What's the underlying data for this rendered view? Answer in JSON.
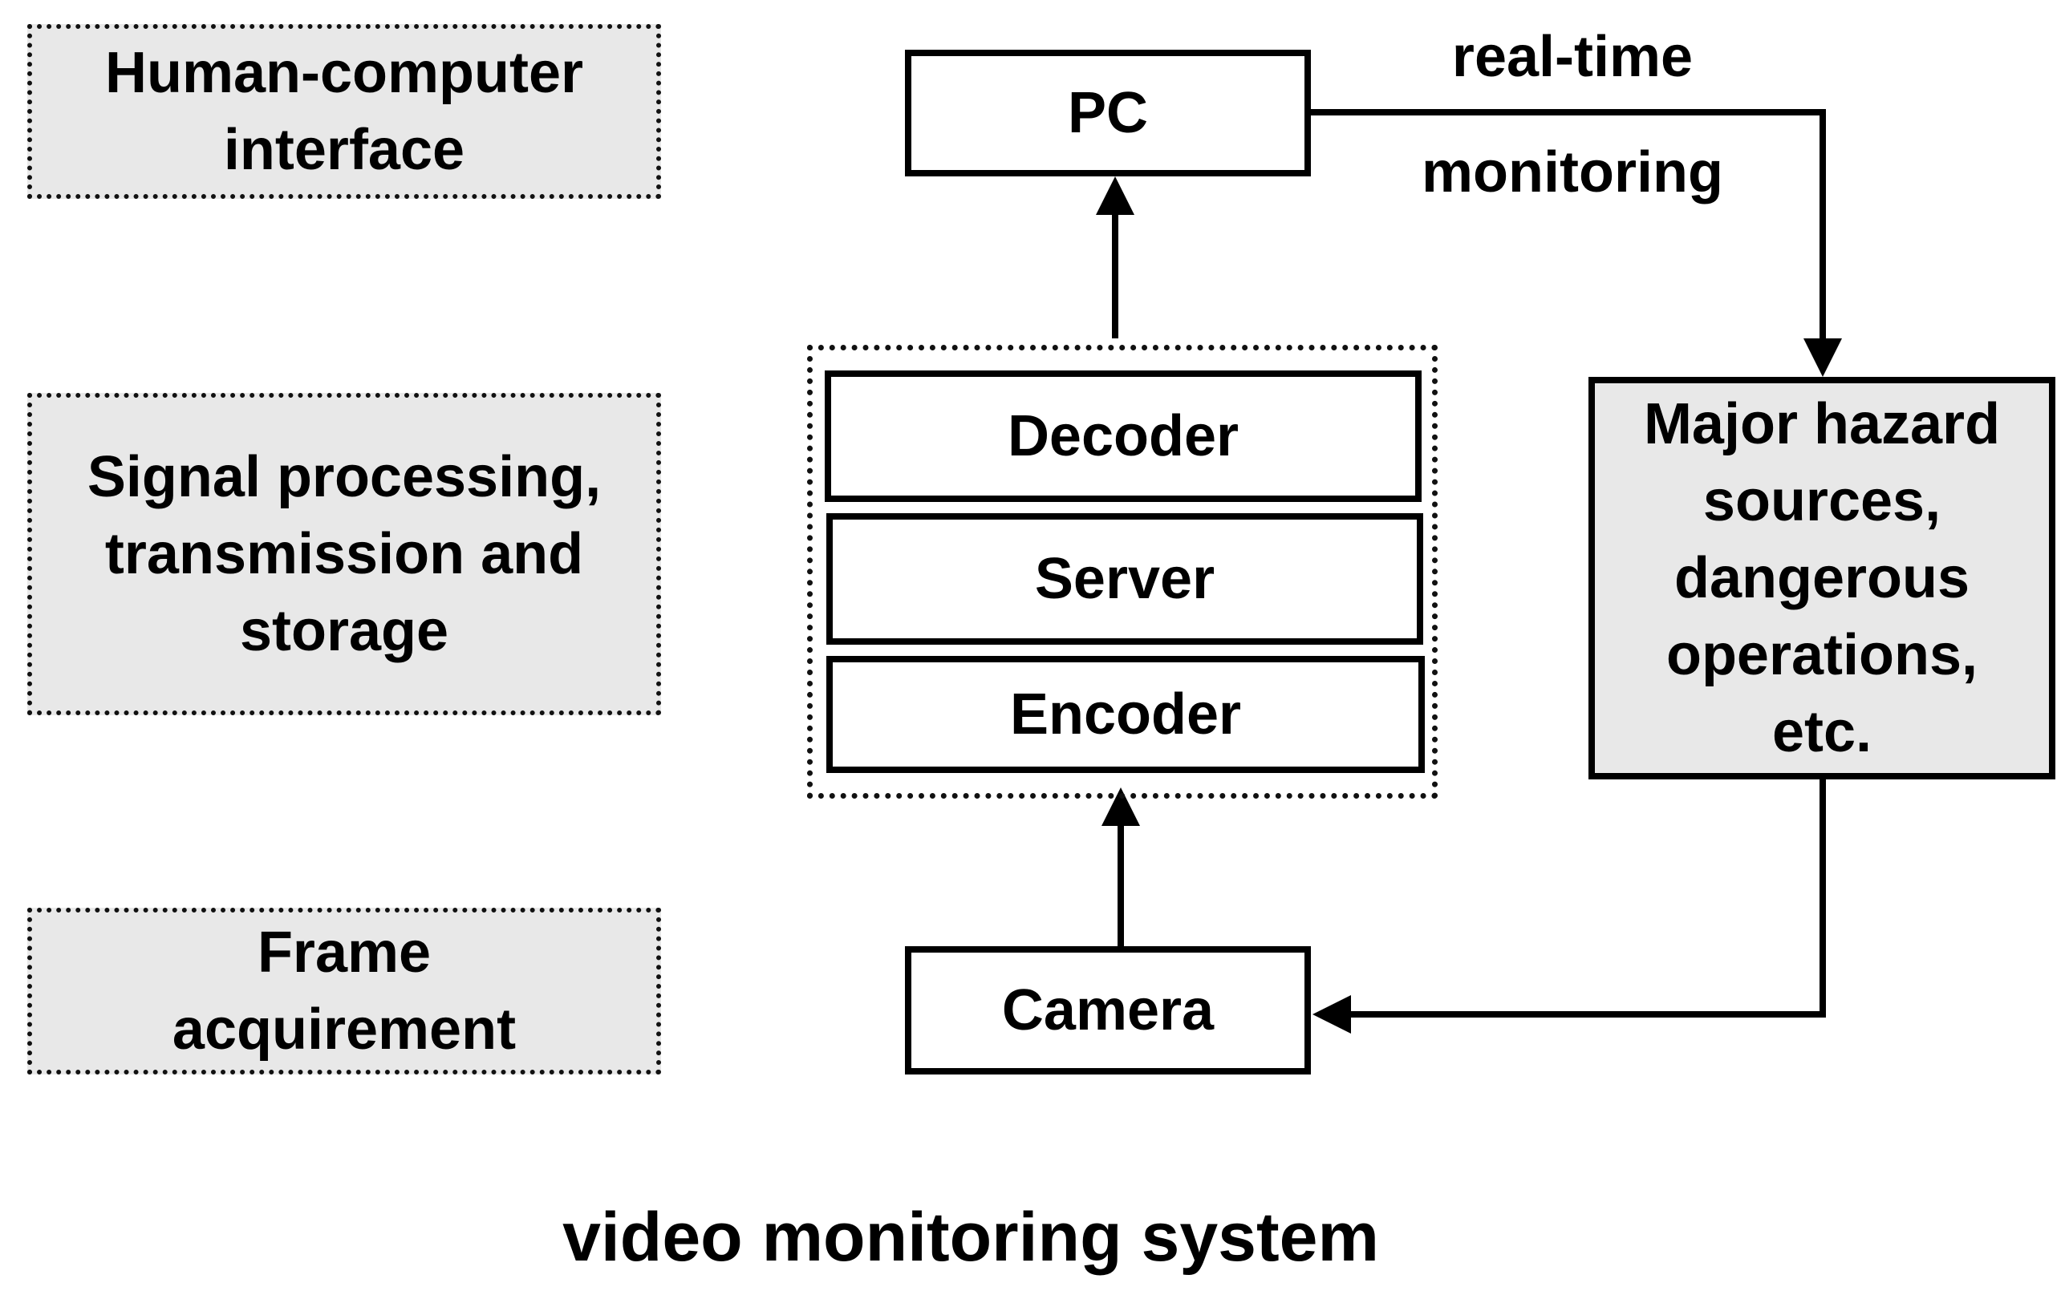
{
  "layers": {
    "hci": [
      "Human-computer",
      "interface"
    ],
    "signal": [
      "Signal processing,",
      "transmission and",
      "storage"
    ],
    "frame": [
      "Frame",
      "acquirement"
    ]
  },
  "nodes": {
    "pc": "PC",
    "decoder": "Decoder",
    "server": "Server",
    "encoder": "Encoder",
    "camera": "Camera",
    "hazard": [
      "Major hazard",
      "sources,",
      "dangerous",
      "operations,",
      "etc."
    ]
  },
  "edge_labels": {
    "line1": "real-time",
    "line2": "monitoring"
  },
  "caption": "video monitoring system"
}
